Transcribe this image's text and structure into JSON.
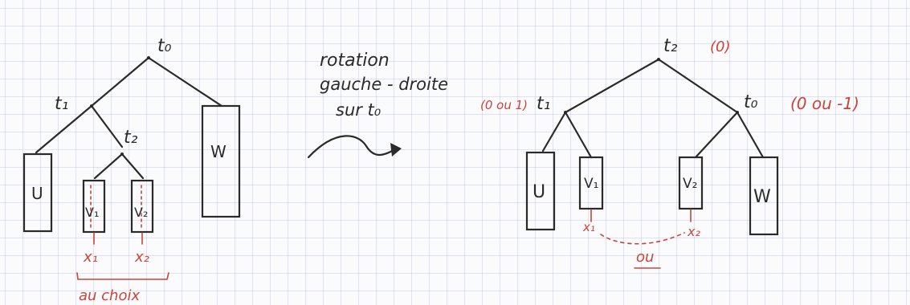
{
  "left_tree": {
    "root": "t₀",
    "left_child": "t₁",
    "right_child_of_t1": "t₂",
    "leaf_u": "U",
    "leaf_w": "W",
    "leaf_v1": "V₁",
    "leaf_v2": "V₂",
    "mark_x1": "x₁",
    "mark_x2": "x₂",
    "choice_note": "au choix"
  },
  "transform": {
    "line1": "rotation",
    "line2": "gauche - droite",
    "line3": "sur t₀"
  },
  "right_tree": {
    "root": "t₂",
    "root_balance": "(0)",
    "left": "t₁",
    "left_balance": "(0 ou 1)",
    "right": "t₀",
    "right_balance": "(0 ou -1)",
    "leaf_u": "U",
    "leaf_v1": "V₁",
    "leaf_v2": "V₂",
    "leaf_w": "W",
    "mark_x1": "x₁",
    "mark_x2": "x₂",
    "or_note": "ou"
  },
  "colors": {
    "ink": "#2a2a2a",
    "red_annotation": "#c8453b",
    "grid": "#96a5c8"
  }
}
